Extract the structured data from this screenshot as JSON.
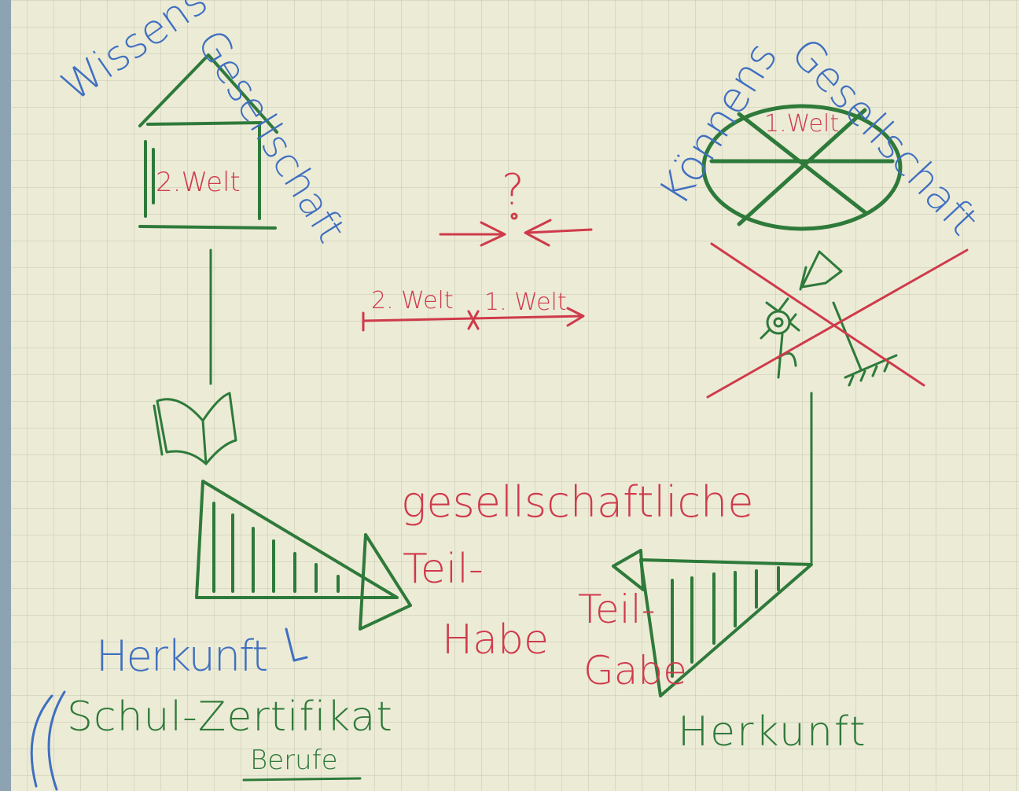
{
  "colors": {
    "blue": "#3f6fc0",
    "green": "#2e7a3a",
    "red": "#cf3a4b",
    "paper": "#ecebd6"
  },
  "left": {
    "wissens": "Wissens",
    "gesellschaft": "Gesellschaft",
    "house_label": "2.Welt",
    "herkunft_scribble": "Herkunft",
    "schul": "Schul-Zertifikat",
    "berufe": "Berufe"
  },
  "right": {
    "koennens": "Könnens",
    "gesellschaft": "Gesellschaft",
    "globe_label": "1.Welt",
    "herkunft": "Herkunft"
  },
  "center": {
    "question": "?",
    "welt2": "2. Welt",
    "welt1": "1. Welt",
    "gesellschaftliche": "gesellschaftliche",
    "teil_habe_1": "Teil-",
    "teil_habe_2": "Habe",
    "teil_gabe_1": "Teil-",
    "teil_gabe_2": "Gabe"
  }
}
